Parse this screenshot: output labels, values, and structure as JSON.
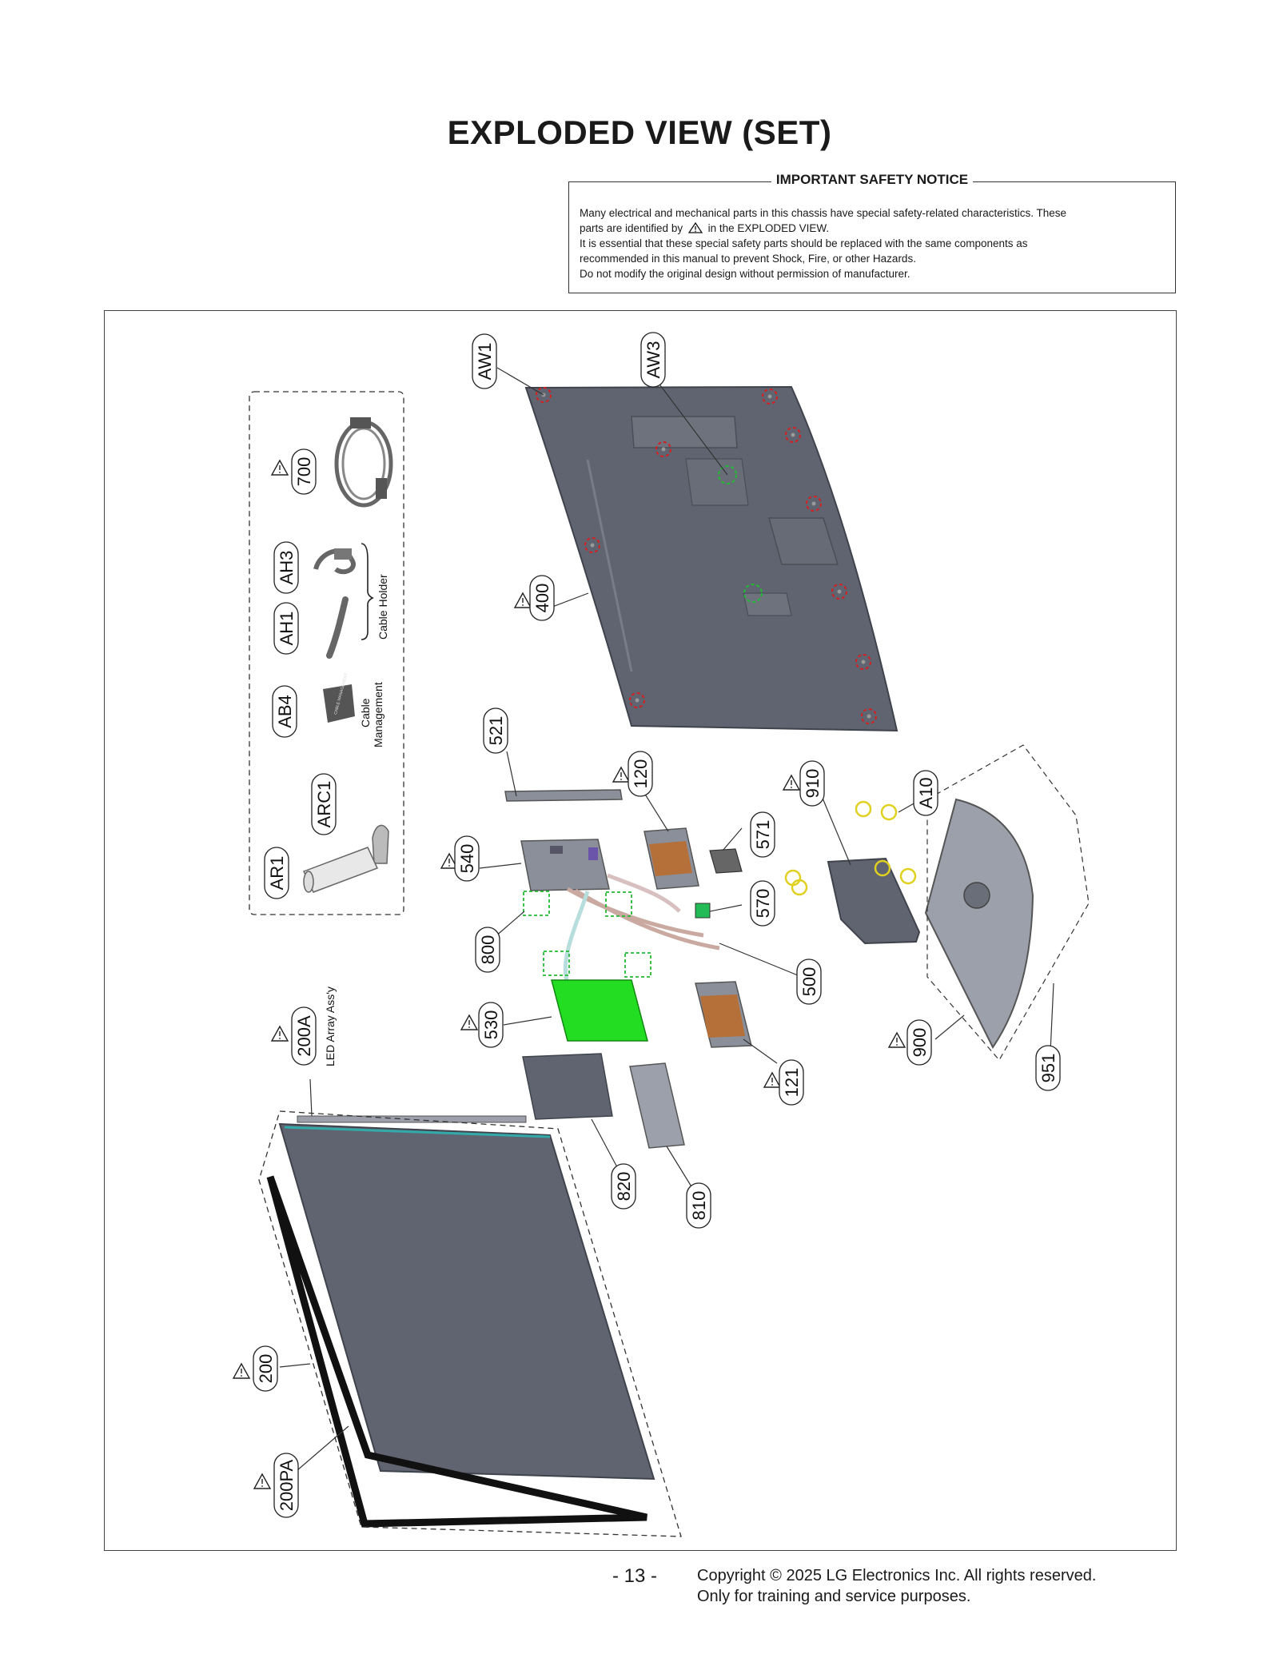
{
  "page": {
    "title": "EXPLODED VIEW (SET)",
    "page_number": "- 13 -",
    "copyright_line1": "Copyright © 2025 LG Electronics Inc. All rights reserved.",
    "copyright_line2": "Only for training and service purposes."
  },
  "notice": {
    "heading": "IMPORTANT SAFETY NOTICE",
    "line1": "Many electrical and mechanical parts in this chassis have special safety-related characteristics. These",
    "line2a": "parts are identified by",
    "line2b": "in the EXPLODED VIEW.",
    "line3": "It is essential that these special safety parts should be replaced with the same components as",
    "line4": "recommended in this manual to prevent Shock, Fire, or other Hazards.",
    "line5": "Do not modify the original design without permission of manufacturer."
  },
  "parts": {
    "aw1": "AW1",
    "aw3": "AW3",
    "p700": "700",
    "ah3": "AH3",
    "ah1": "AH1",
    "ab4": "AB4",
    "arc1": "ARC1",
    "ar1": "AR1",
    "p400": "400",
    "p521": "521",
    "p120": "120",
    "p571": "571",
    "p570": "570",
    "p540": "540",
    "p800": "800",
    "p500": "500",
    "p530": "530",
    "p121": "121",
    "p910": "910",
    "a10": "A10",
    "p900": "900",
    "p951": "951",
    "p200a": "200A",
    "p820": "820",
    "p810": "810",
    "p200": "200",
    "p200pa": "200PA"
  },
  "annotations": {
    "cable_holder": "Cable Holder",
    "cable_management_1": "Cable",
    "cable_management_2": "Management",
    "led_array": "LED Array Ass'y",
    "clip_text": "CABLE MANAGEMENT"
  },
  "colors": {
    "panel": "#5f6470",
    "safety_red": "#d42020",
    "screw_yellow": "#e0d020",
    "clip_green": "#22bb33",
    "board_green": "#22dd22"
  }
}
